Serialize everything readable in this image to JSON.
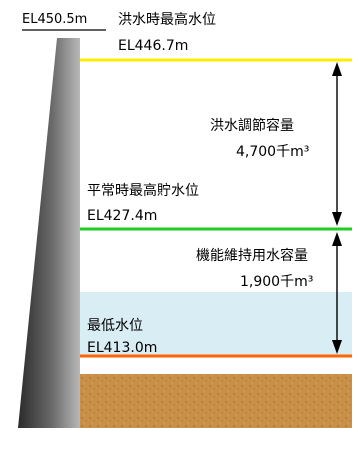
{
  "dam_crest": {
    "label": "EL450.5m"
  },
  "levels": {
    "flood_max": {
      "title": "洪水時最高水位",
      "elevation": "EL446.7m",
      "color": "#ffee00"
    },
    "normal_max": {
      "title": "平常時最高貯水位",
      "elevation": "EL427.4m",
      "color": "#22cc22"
    },
    "minimum": {
      "title": "最低水位",
      "elevation": "EL413.0m",
      "color": "#ff6600"
    }
  },
  "capacities": {
    "flood_control": {
      "title": "洪水調節容量",
      "value": "4,700千m³"
    },
    "function_maintenance": {
      "title": "機能維持用水容量",
      "value": "1,900千m³"
    }
  },
  "colors": {
    "dam_dark": "#3a3a3a",
    "dam_light": "#b5b5b5",
    "water_band": "#d9edf4",
    "sediment": "#c9904a"
  }
}
